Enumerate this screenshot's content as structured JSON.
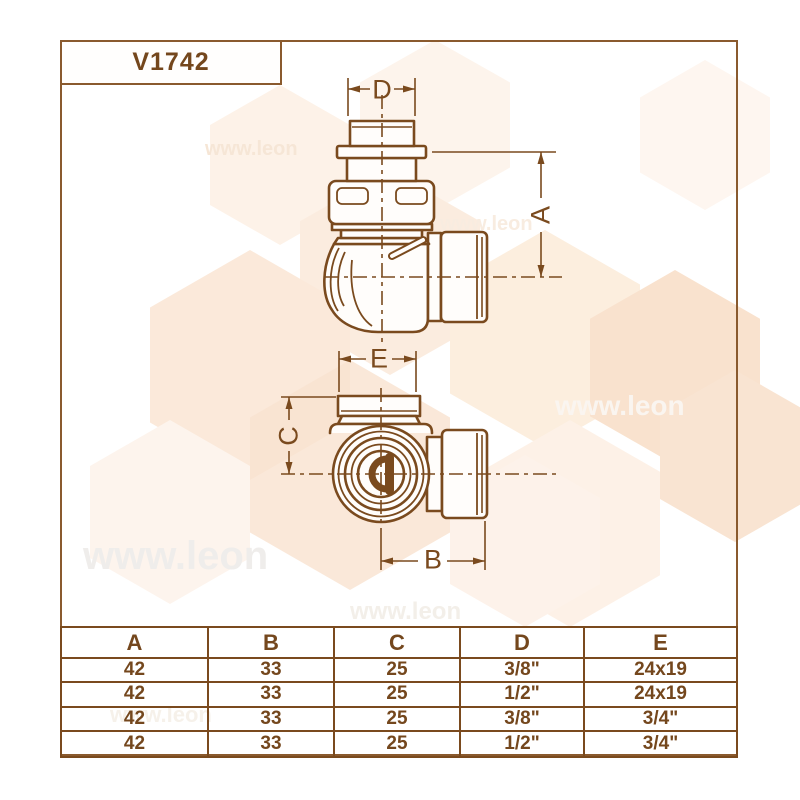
{
  "title": "V1742",
  "colors": {
    "line_brown": "#7a4a1e",
    "text_brown": "#74471d",
    "border_brown": "#8a5a2e",
    "hex_tint_light": "#fdf2e8",
    "hex_tint_mid": "#fbe9da",
    "hex_tint_deep": "#f9e2ce"
  },
  "dim_labels": {
    "side_view_width": "D",
    "side_view_height": "A",
    "top_view_width": "E",
    "top_view_offset": "C",
    "top_view_length": "B"
  },
  "watermark": {
    "text": "www.leon"
  },
  "table": {
    "headers": [
      "A",
      "B",
      "C",
      "D",
      "E"
    ],
    "rows": [
      [
        "42",
        "33",
        "25",
        "3/8\"",
        "24x19"
      ],
      [
        "42",
        "33",
        "25",
        "1/2\"",
        "24x19"
      ],
      [
        "42",
        "33",
        "25",
        "3/8\"",
        "3/4\""
      ],
      [
        "42",
        "33",
        "25",
        "1/2\"",
        "3/4\""
      ]
    ]
  }
}
